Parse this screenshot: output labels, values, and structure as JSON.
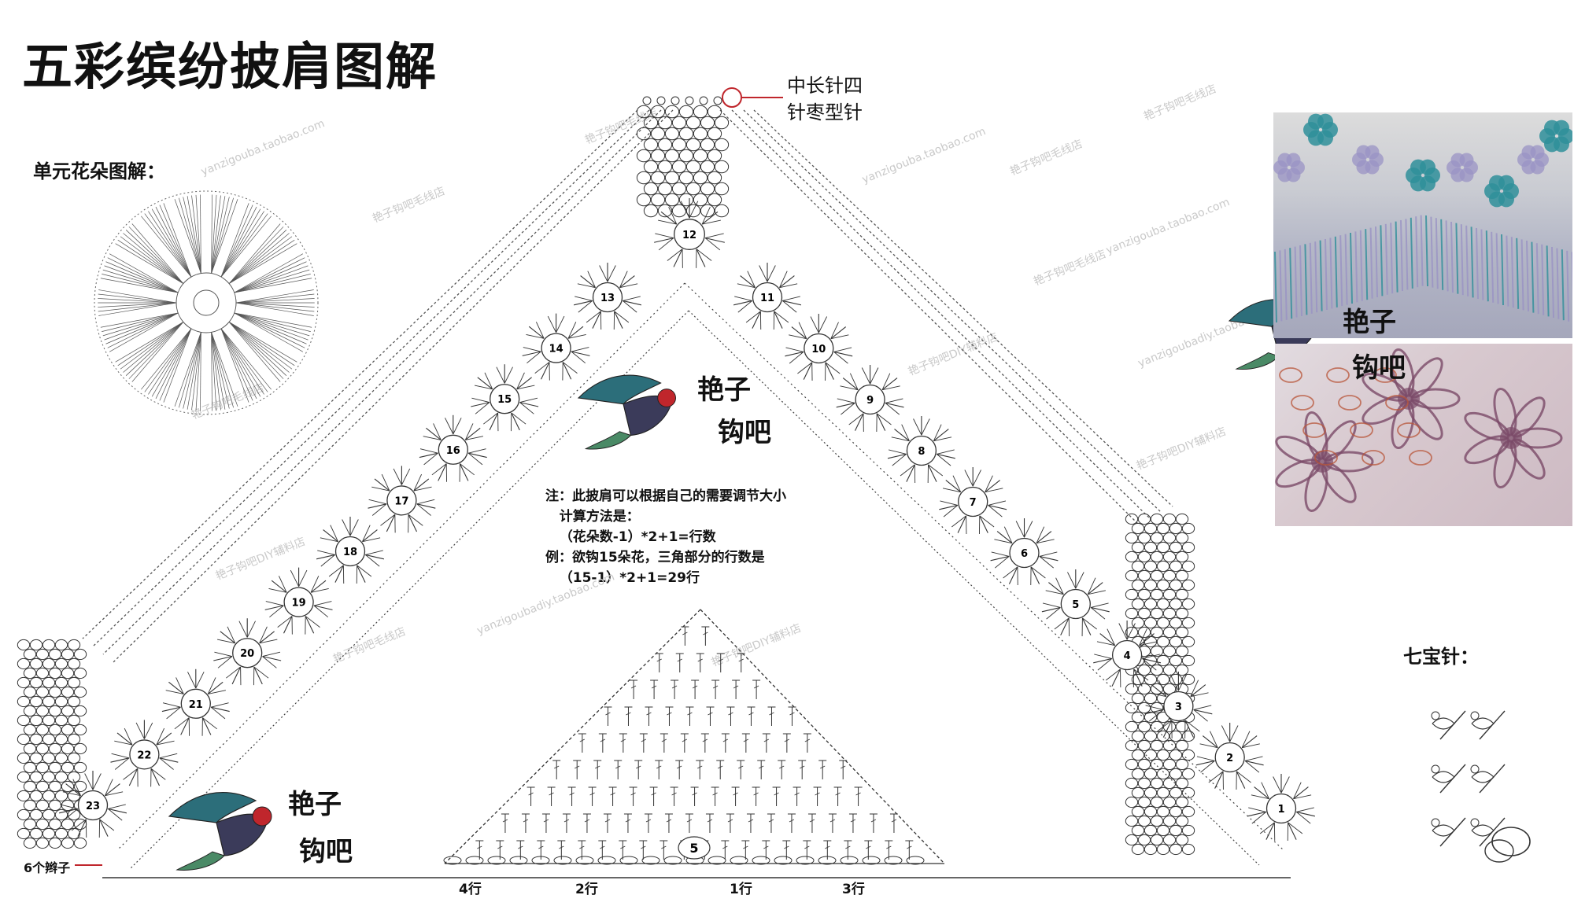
{
  "title": "五彩缤纷披肩图解",
  "unit_flower_label": "单元花朵图解：",
  "qibao_label": "七宝针：",
  "stitch_callout": [
    "中长针四",
    "针枣型针"
  ],
  "chain_label": "6个辫子",
  "note": {
    "lines": [
      "注：此披肩可以根据自己的需要调节大小",
      "   计算方法是：",
      "   （花朵数-1）*2+1=行数",
      "例：欲钩15朵花，三角部分的行数是",
      "   （15-1）*2+1=29行"
    ]
  },
  "row_labels": [
    "4行",
    "2行",
    "1行",
    "3行"
  ],
  "center_number": "5",
  "flower_numbers": [
    "1",
    "2",
    "3",
    "4",
    "5",
    "6",
    "7",
    "8",
    "9",
    "10",
    "11",
    "12",
    "13",
    "14",
    "15",
    "16",
    "17",
    "18",
    "19",
    "20",
    "21",
    "22",
    "23"
  ],
  "brand": {
    "line1": "艳子",
    "line2": "钩吧"
  },
  "watermarks": [
    "艳子钩吧毛线店",
    "yanzigouba.taobao.com",
    "艳子钩吧DIY辅料店",
    "yanzigoubadiy.taobao.com"
  ],
  "colors": {
    "line": "#333333",
    "accent_red": "#c0262c",
    "photo_teal": "#2f8f9a",
    "photo_lavender": "#9a93c4",
    "photo_plum": "#7a4a68",
    "photo_rust": "#b8563a"
  }
}
